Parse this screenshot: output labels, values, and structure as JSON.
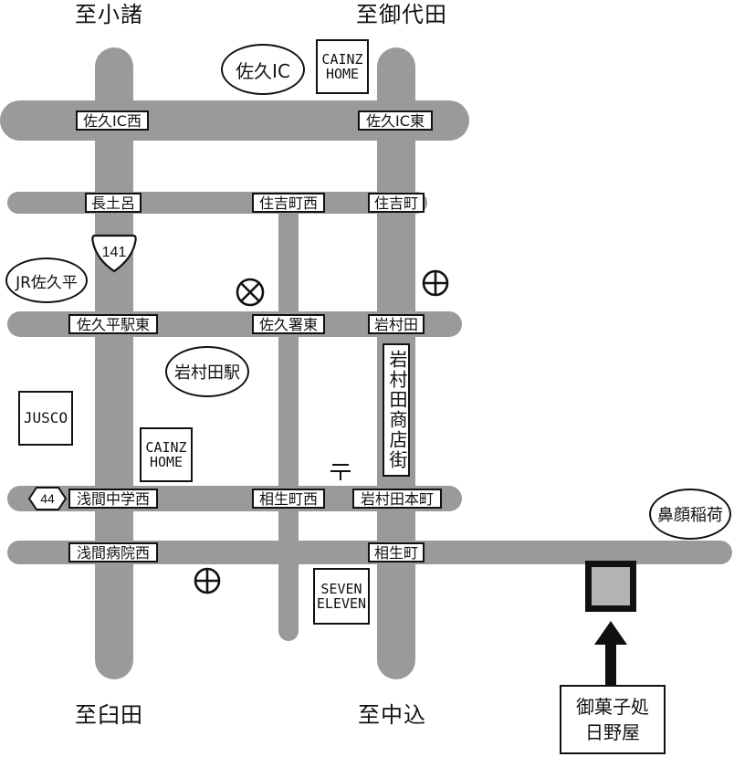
{
  "directions": {
    "north_left": "至小諸",
    "north_right": "至御代田",
    "south_left": "至臼田",
    "south_right": "至中込"
  },
  "intersections": {
    "saku_ic_west": "佐久IC西",
    "saku_ic_east": "佐久IC東",
    "nagatoro": "長土呂",
    "sumiyoshi_nishi": "住吉町西",
    "sumiyoshi": "住吉町",
    "sakudaira_eki_higashi": "佐久平駅東",
    "saku_sho_higashi": "佐久署東",
    "iwamurada": "岩村田",
    "asama_chugakko_nishi": "浅間中学西",
    "aioi_nishi": "相生町西",
    "iwamurada_honmachi": "岩村田本町",
    "asama_byoin_nishi": "浅間病院西",
    "aioi": "相生町"
  },
  "landmarks": {
    "saku_ic": "佐久IC",
    "cainz_top_line1": "CAINZ",
    "cainz_top_line2": "HOME",
    "jr_sakudaira": "JR佐久平",
    "iwamurada_station": "岩村田駅",
    "jusco": "JUSCO",
    "cainz_mid_line1": "CAINZ",
    "cainz_mid_line2": "HOME",
    "shopping_street": "岩村田商店街",
    "bishamon_inari": "鼻顔稲荷",
    "seven_line1": "SEVEN",
    "seven_line2": "ELEVEN"
  },
  "route_numbers": {
    "r141": "141",
    "r44": "44"
  },
  "destination": {
    "line1": "御菓子処",
    "line2": "日野屋"
  },
  "colors": {
    "road": "#9a9a9a",
    "destination_fill": "#b3b3b3",
    "ink": "#111111"
  },
  "icons": [
    "police-station-icon",
    "post-office-icon",
    "hospital-icon",
    "hospital-icon",
    "arrow-up-icon"
  ]
}
